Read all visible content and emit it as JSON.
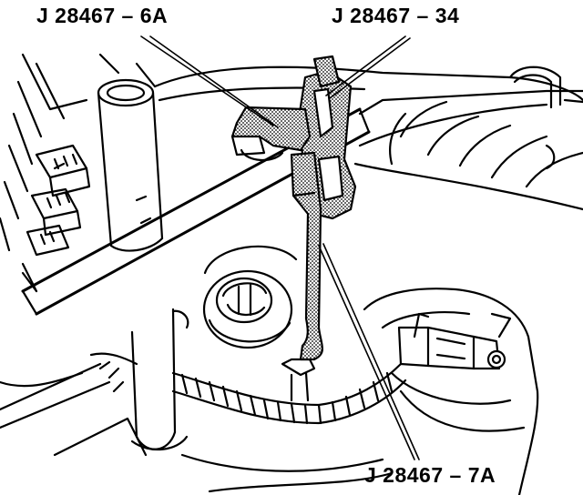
{
  "callouts": {
    "tool_6a": "J 28467 – 6A",
    "tool_34": "J 28467 – 34",
    "tool_7a": "J 28467 – 7A"
  },
  "colors": {
    "line": "#000000",
    "background": "#ffffff",
    "tool_fill": "#9a9a9a"
  }
}
